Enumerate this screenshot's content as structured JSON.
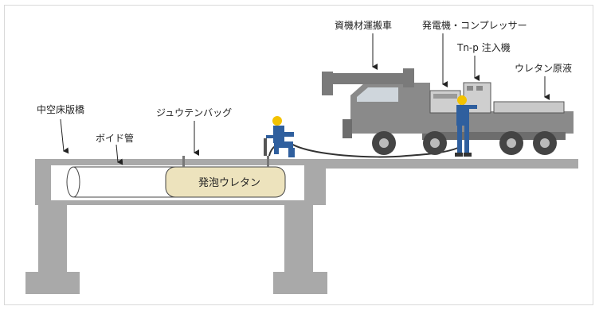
{
  "labels": {
    "slab_bridge": "中空床版橋",
    "void_pipe": "ボイド管",
    "jute_bag": "ジュウテンバッグ",
    "foam_urethane": "発泡ウレタン",
    "transport_truck": "資機材運搬車",
    "generator_compressor": "発電機・コンプレッサー",
    "injector": "Tn-p 注入機",
    "urethane_liquid": "ウレタン原液"
  },
  "colors": {
    "concrete": "#a9a9a9",
    "concrete_dark": "#8f8f8f",
    "foam_fill": "#ede3bd",
    "truck_body": "#8a8a8a",
    "truck_dark": "#5a5a5a",
    "worker_blue": "#2f5f9e",
    "helmet_yellow": "#f3c200"
  }
}
